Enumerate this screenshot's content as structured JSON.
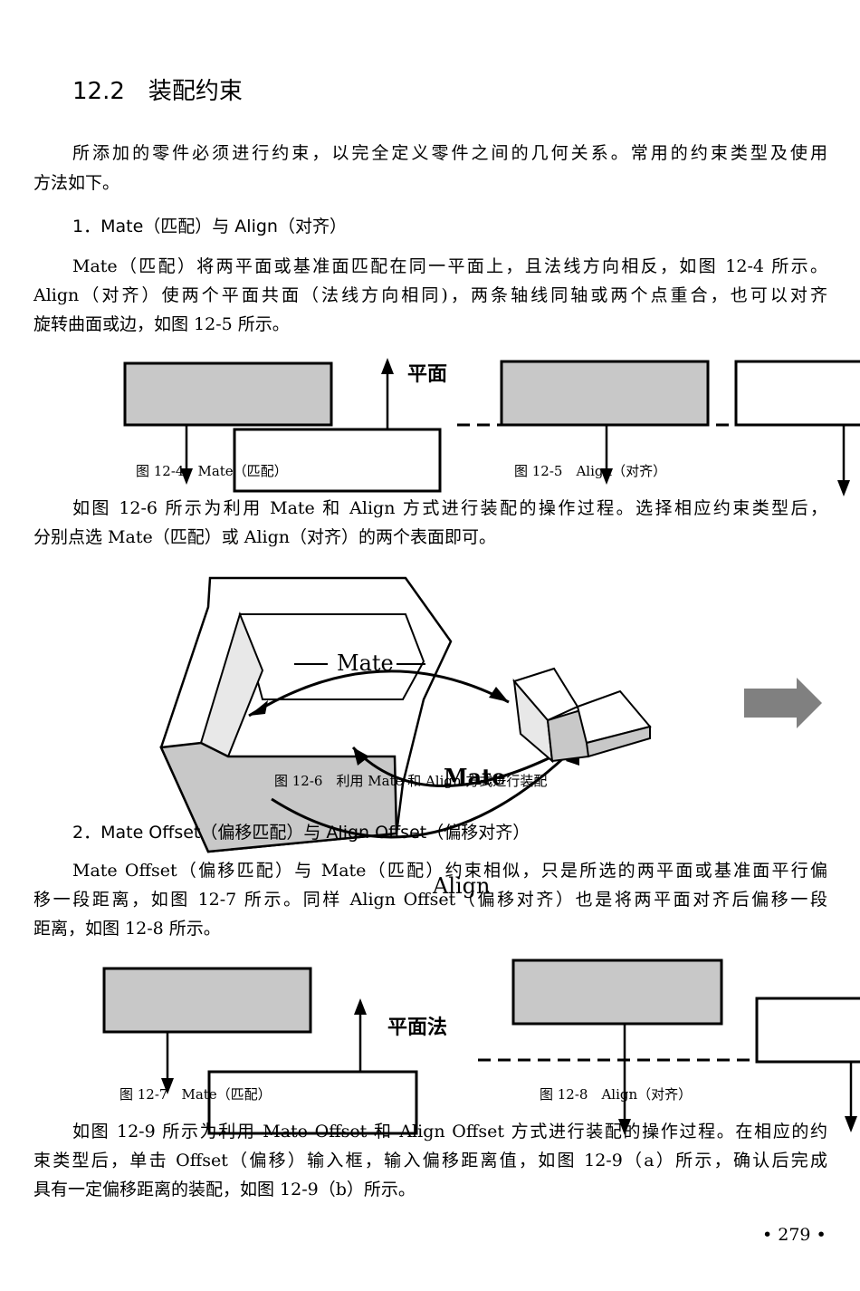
{
  "section_title": "12.2　装配约束",
  "paragraphs": {
    "intro": [
      "所添加的零件必须进行约束，以完全定义零件之间的几何关系。常用的约束类型及使用",
      "方法如下。"
    ],
    "mate_align": [
      "Mate（匹配）将两平面或基准面匹配在同一平面上，且法线方向相反，如图 12-4 所示。",
      "Align（对齐）使两个平面共面（法线方向相同)，两条轴线同轴或两个点重合，也可以对齐",
      "旋转曲面或边，如图 12-5 所示。"
    ],
    "fig6_desc": [
      "如图 12-6 所示为利用 Mate 和 Align 方式进行装配的操作过程。选择相应约束类型后，",
      "分别点选 Mate（匹配）或 Align（对齐）的两个表面即可。"
    ],
    "offset": [
      "Mate Offset（偏移匹配）与 Mate（匹配）约束相似，只是所选的两平面或基准面平行偏",
      "移一段距离，如图 12-7 所示。同样 Align  Offset（偏移对齐）也是将两平面对齐后偏移一段",
      "距离，如图 12-8 所示。"
    ],
    "fig9_desc": [
      "如图 12-9 所示为利用 Mate Offset 和 Align Offset 方式进行装配的操作过程。在相应的约",
      "束类型后，单击 Offset（偏移）输入框，输入偏移距离值，如图 12-9（a）所示，确认后完成",
      "具有一定偏移距离的装配，如图 12-9（b）所示。"
    ]
  },
  "subheadings": {
    "s1": "1．Mate（匹配）与 Align（对齐）",
    "s2": "2．Mate Offset（偏移匹配）与 Align Offset（偏移对齐）"
  },
  "figures": {
    "fig12_4": {
      "caption": "图 12-4　Mate（匹配）",
      "label": "平面"
    },
    "fig12_5": {
      "caption": "图 12-5　Align（对齐）"
    },
    "fig12_6": {
      "caption": "图 12-6　利用 Mate 和 Align 方式进行装配",
      "label_mate_top": "Mate",
      "label_mate_bottom": "Mate",
      "label_align": "Align"
    },
    "fig12_7": {
      "caption": "图 12-7　Mate（匹配）",
      "label": "平面法"
    },
    "fig12_8": {
      "caption": "图 12-8　Align（对齐）"
    }
  },
  "page_number": "• 279 •",
  "colors": {
    "gray_fill": "#c8c8c8",
    "light_fill": "#e8e8e8",
    "arrow_gray": "#808080"
  }
}
